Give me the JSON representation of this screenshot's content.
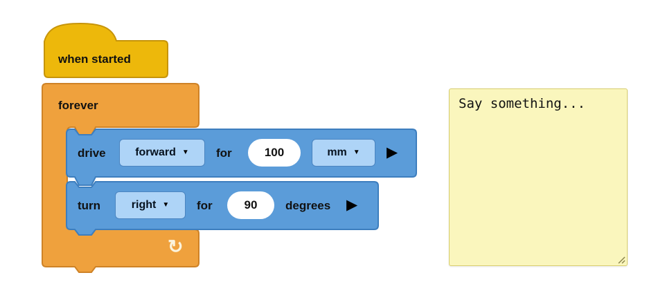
{
  "colors": {
    "hat_fill": "#EDB80B",
    "hat_border": "#C6940A",
    "forever_fill": "#EFA13D",
    "forever_border": "#CE8226",
    "blue_fill": "#5B9CD9",
    "blue_border": "#3D7EBE",
    "dropdown_fill": "#AED4F7",
    "dropdown_border": "#4A84C0",
    "note_fill": "#FAF6BD",
    "note_border": "#D8CE6F"
  },
  "blocks": {
    "when_started": {
      "label": "when started"
    },
    "forever": {
      "label": "forever"
    },
    "drive": {
      "verb": "drive",
      "direction_value": "forward",
      "for_label": "for",
      "distance_value": "100",
      "unit_value": "mm"
    },
    "turn": {
      "verb": "turn",
      "direction_value": "right",
      "for_label": "for",
      "angle_value": "90",
      "unit_label": "degrees"
    }
  },
  "icons": {
    "dropdown_caret": "▼",
    "expand_arrow": "▶",
    "loop_arrow": "↻"
  },
  "note": {
    "text": "Say something..."
  }
}
